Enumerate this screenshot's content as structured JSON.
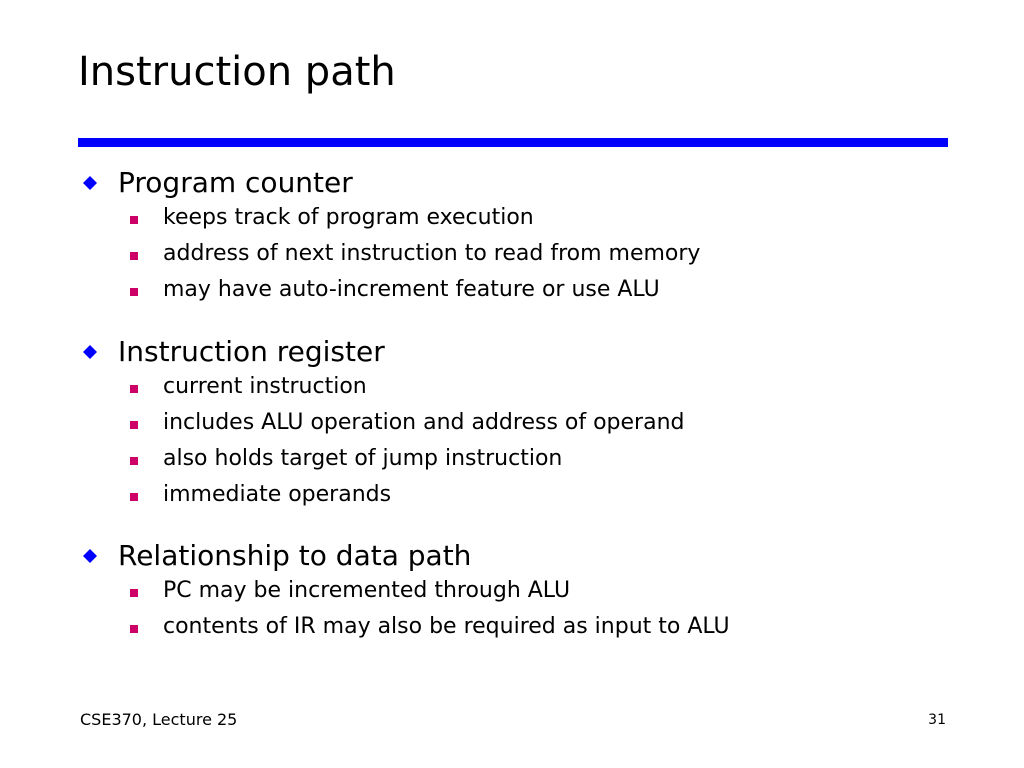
{
  "title": "Instruction path",
  "rule_color": "#0000ff",
  "main_bullet_icon": "diamond-icon",
  "main_bullet_color": "#0000ff",
  "sub_bullet_icon": "square-icon",
  "sub_bullet_color": "#cc0066",
  "sections": [
    {
      "heading": "Program counter",
      "items": [
        "keeps track of program execution",
        "address of next instruction to read from memory",
        "may have auto-increment feature or use ALU"
      ]
    },
    {
      "heading": "Instruction register",
      "items": [
        "current instruction",
        "includes ALU operation and address of operand",
        "also holds target of jump instruction",
        "immediate operands"
      ]
    },
    {
      "heading": "Relationship to data path",
      "items": [
        "PC may be incremented through ALU",
        "contents of IR may also be required as input to ALU"
      ]
    }
  ],
  "footer": {
    "course": "CSE370, Lecture 25",
    "page_number": "31"
  }
}
